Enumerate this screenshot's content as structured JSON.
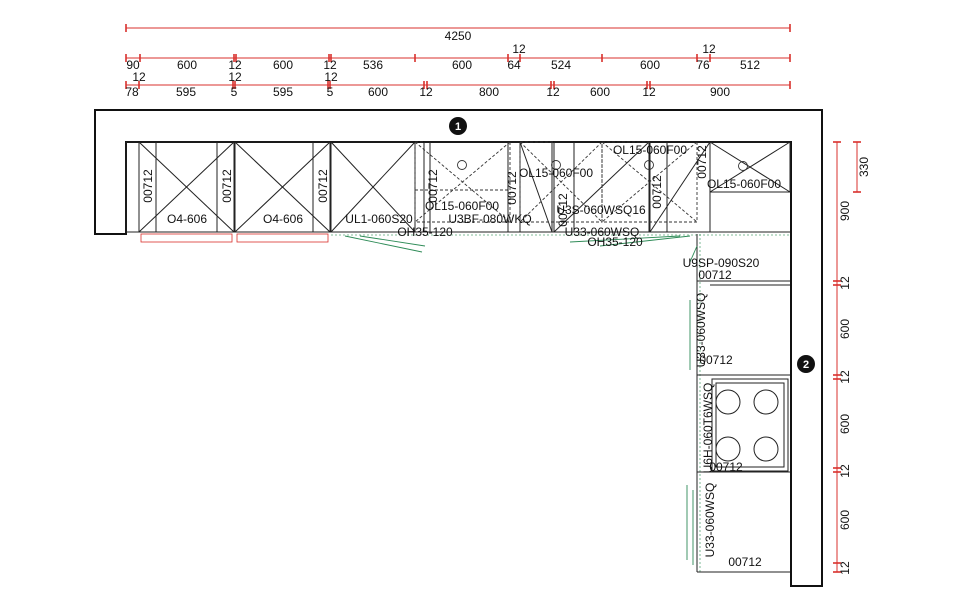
{
  "dimensions": {
    "overall": "4250",
    "row1": [
      "90",
      "600",
      "12",
      "600",
      "12",
      "536",
      "600",
      "64",
      "524",
      "600",
      "76",
      "512"
    ],
    "row1_raised": [
      "12",
      "12"
    ],
    "row2_raised": [
      "12",
      "12",
      "12"
    ],
    "row3": [
      "78",
      "595",
      "5",
      "595",
      "5",
      "600",
      "12",
      "800",
      "12",
      "600",
      "12",
      "900"
    ],
    "right_outer": [
      "900",
      "12",
      "600",
      "12",
      "600",
      "12",
      "600",
      "12"
    ],
    "right_inner": "330"
  },
  "walls": [
    "1",
    "2"
  ],
  "cabinet_labels": {
    "upper_left_1": "O4-606",
    "upper_left_2": "O4-606",
    "side_a": "00712",
    "side_b": "00712",
    "side_c": "00712",
    "side_d": "00712",
    "side_e": "00712",
    "side_f": "00712",
    "side_g": "00712",
    "side_h": "00712",
    "ul1": "UL1-060S20",
    "ol15_a": "OL15-060F00",
    "ol15_b": "OL15-060F00",
    "ol15_c": "OL15-060F00",
    "ol15_d": "OL15-060F00",
    "u3bf": "U3BF-080WKQ",
    "u3s": "U3S-060WSQ16",
    "u33_a": "U33-060WSQ",
    "oh35_a": "OH35-120",
    "oh35_b": "OH35-120",
    "u9sp": "U9SP-090S20",
    "r_00712_a": "00712",
    "u33_b": "U33-060WSQ",
    "r_00712_b": "00712",
    "u6h": "U6H-060T6WSQ",
    "r_00712_c": "00712",
    "u33_c": "U33-060WSQ",
    "r_00712_d": "00712"
  }
}
